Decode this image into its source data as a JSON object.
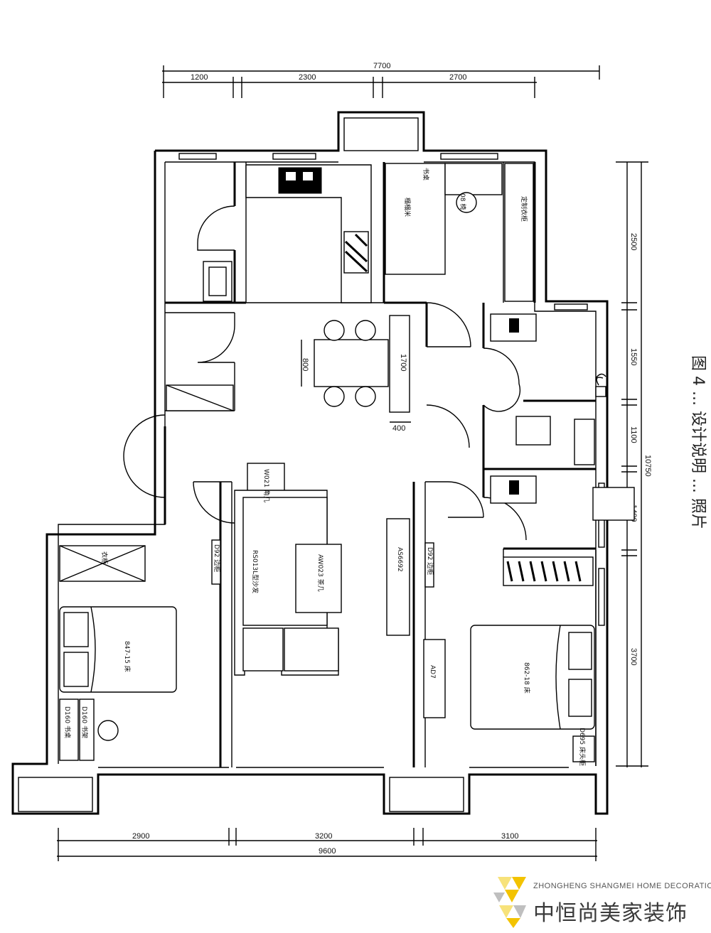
{
  "dimensions": {
    "top_total": "7700",
    "top_segments": [
      "1200",
      "2300",
      "2700"
    ],
    "bottom_total": "9600",
    "bottom_segments": [
      "2900",
      "3200",
      "3100"
    ],
    "right_total": "10750",
    "right_segments": [
      "2500",
      "1550",
      "1100",
      "1400",
      "3700"
    ],
    "dining_table_width": "800",
    "dining_table_length": "1700",
    "cabinet_depth": "400"
  },
  "labels": {
    "wardrobe_custom": "定制衣柜",
    "tatami": "榻榻米",
    "study_desk": "书桌",
    "chair_08": "08 椅",
    "corner_table": "W021 角几",
    "sofa": "RS013L型沙发",
    "coffee_table": "AW023 茶几",
    "tv_cabinet": "AS6692",
    "ad7": "AD7",
    "bed_left": "847-15 床",
    "bed_right": "862-18 床",
    "wardrobe_left": "衣柜",
    "desk_left": "D160 书桌",
    "desk_chair_left": "D160 书架",
    "nightstand_right": "D695 床头柜",
    "cabinet_left_small": "D92 边柜",
    "cabinet_right_small": "D92 边柜"
  },
  "side_note": "图 4 ... 设计说明 ... 照片",
  "brand": {
    "english": "ZHONGHENG SHANGMEI HOME DECORATION",
    "chinese": "中恒尚美家装饰"
  },
  "colors": {
    "line": "#000000",
    "logo_gold": "#f3c300",
    "logo_light": "#f7e27a",
    "logo_grey": "#bfbfbf"
  }
}
